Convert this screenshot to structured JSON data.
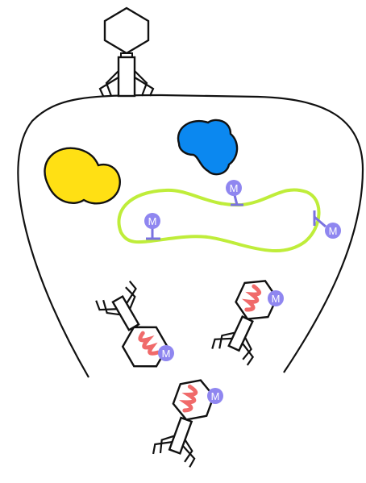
{
  "diagram": {
    "methyl_label": "M",
    "colors": {
      "outline": "#111111",
      "yellow_protein": "#ffe014",
      "blue_protein": "#0b88f0",
      "plasmid": "#bfed3a",
      "methyl_circle": "#8f86f0",
      "methyl_stem": "#7a72e0",
      "phage_dna": "#f06a6a"
    },
    "methyl_marks_on_plasmid": 3,
    "methylated_progeny_phages": 3,
    "infecting_phages": 1
  }
}
